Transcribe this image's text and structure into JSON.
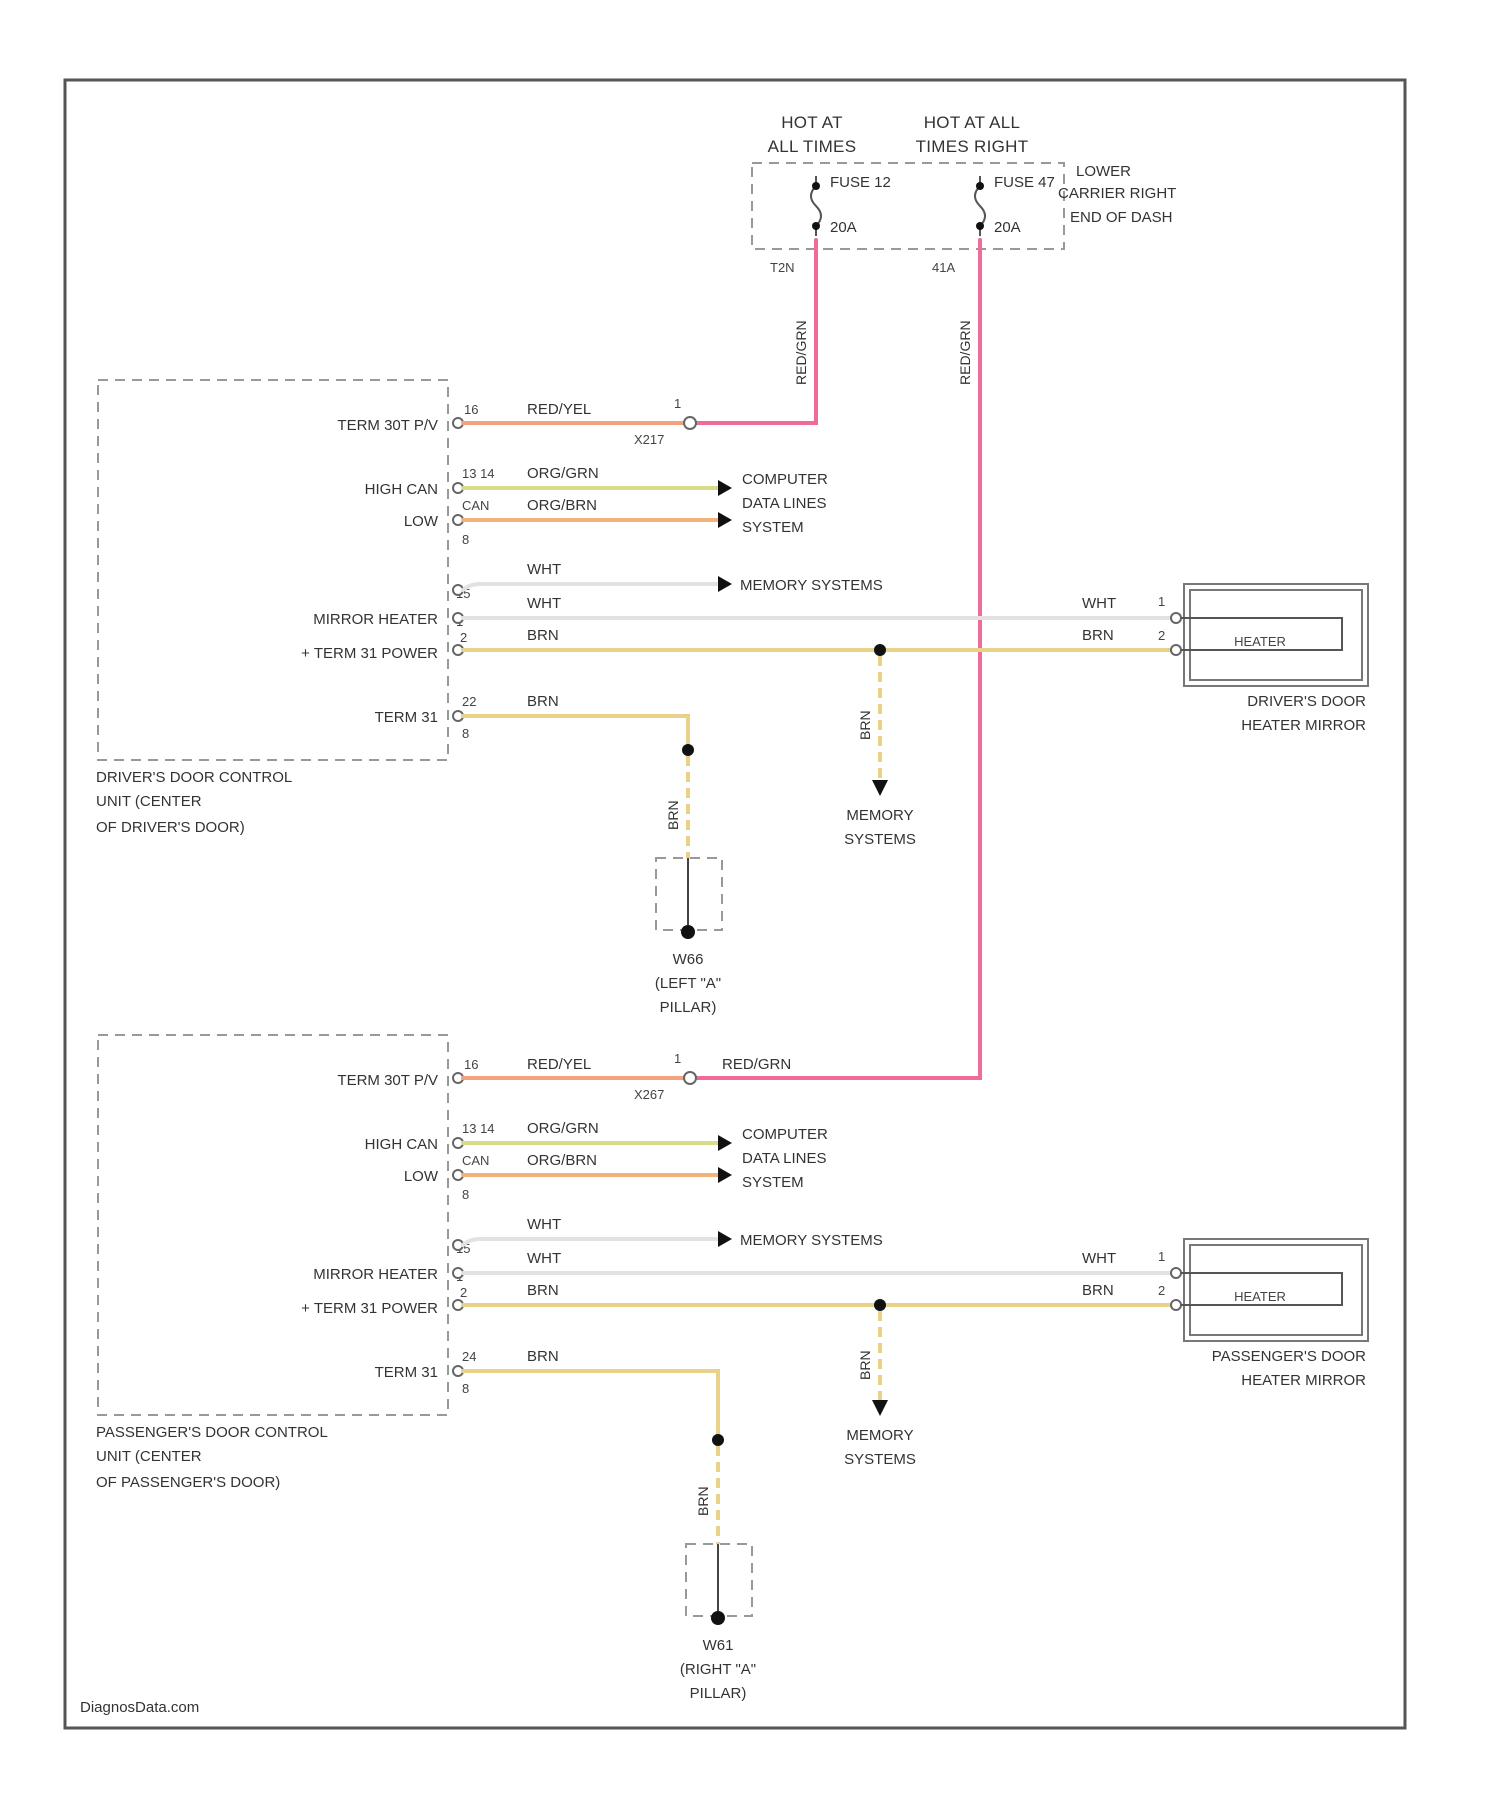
{
  "colors": {
    "pink": "#f06a9a",
    "red_yel": "#f2a27e",
    "org_grn": "#d6dc8a",
    "org_brn": "#f2b27a",
    "brn": "#e8d28a",
    "wht": "#e2e2e2"
  },
  "fuse_block": {
    "fuse1_hot": [
      "HOT AT",
      "ALL TIMES"
    ],
    "fuse2_hot": [
      "HOT AT ALL",
      "TIMES RIGHT"
    ],
    "fuse1_name": "FUSE 12",
    "fuse1_amp": "20A",
    "fuse2_name": "FUSE 47",
    "fuse2_amp": "20A",
    "fuse1_pin": "T2N",
    "fuse2_pin": "41A",
    "location": [
      "LOWER",
      "CARRIER RIGHT",
      "END OF DASH"
    ],
    "wire1": "RED/GRN",
    "wire2": "RED/GRN"
  },
  "drivers_unit": {
    "name": [
      "DRIVER'S DOOR CONTROL",
      "UNIT (CENTER",
      "OF DRIVER'S DOOR)"
    ],
    "term30": "TERM 30T P/V",
    "high_can": "HIGH CAN",
    "low": "LOW",
    "mirror_heater": "MIRROR HEATER",
    "term31_power": "+ TERM 31 POWER",
    "term31": "TERM 31",
    "pin_term30": "16",
    "pin_can": "13 14",
    "pin_can2": "CAN",
    "pin_low": "8",
    "pin_mh1": "15",
    "pin_mh2": "1",
    "pin_pw": "2",
    "pin_t31": "22",
    "pin_t31b": "8",
    "w_term30": "RED/YEL",
    "w_high": "ORG/GRN",
    "w_low": "ORG/BRN",
    "w_wht1": "WHT",
    "w_wht2": "WHT",
    "w_brn": "BRN",
    "w_brn_t31": "BRN",
    "connector_pin": "1",
    "connector_name": "X217",
    "splice_wire": "BRN",
    "ground_wire": "BRN"
  },
  "pass_unit": {
    "name": [
      "PASSENGER'S DOOR CONTROL",
      "UNIT (CENTER",
      "OF PASSENGER'S DOOR)"
    ],
    "term30": "TERM 30T P/V",
    "high_can": "HIGH CAN",
    "low": "LOW",
    "mirror_heater": "MIRROR HEATER",
    "term31_power": "+ TERM 31 POWER",
    "term31": "TERM 31",
    "pin_term30": "16",
    "pin_can": "13 14",
    "pin_can2": "CAN",
    "pin_low": "8",
    "pin_mh1": "15",
    "pin_mh2": "1",
    "pin_pw": "2",
    "pin_t31": "24",
    "pin_t31b": "8",
    "w_term30": "RED/YEL",
    "w_high": "ORG/GRN",
    "w_low": "ORG/BRN",
    "w_wht1": "WHT",
    "w_wht2": "WHT",
    "w_brn": "BRN",
    "w_brn_t31": "BRN",
    "connector_pin": "1",
    "connector_name": "X267",
    "incoming_wire": "RED/GRN",
    "splice_wire": "BRN",
    "ground_wire": "BRN"
  },
  "computer_data_lines": [
    "COMPUTER",
    "DATA LINES",
    "SYSTEM"
  ],
  "memory_systems": "MEMORY SYSTEMS",
  "memory_systems_2line": [
    "MEMORY",
    "SYSTEMS"
  ],
  "drivers_mirror": {
    "name": [
      "DRIVER'S DOOR",
      "HEATER MIRROR"
    ],
    "pin1": "1",
    "pin2": "2",
    "w1": "WHT",
    "w2": "BRN",
    "element": "HEATER"
  },
  "pass_mirror": {
    "name": [
      "PASSENGER'S DOOR",
      "HEATER MIRROR"
    ],
    "pin1": "1",
    "pin2": "2",
    "w1": "WHT",
    "w2": "BRN",
    "element": "HEATER"
  },
  "ground_left": {
    "name": [
      "W66",
      "(LEFT \"A\"",
      "PILLAR)"
    ]
  },
  "ground_right": {
    "name": [
      "W61",
      "(RIGHT \"A\"",
      "PILLAR)"
    ]
  },
  "watermark": "DiagnosData.com"
}
